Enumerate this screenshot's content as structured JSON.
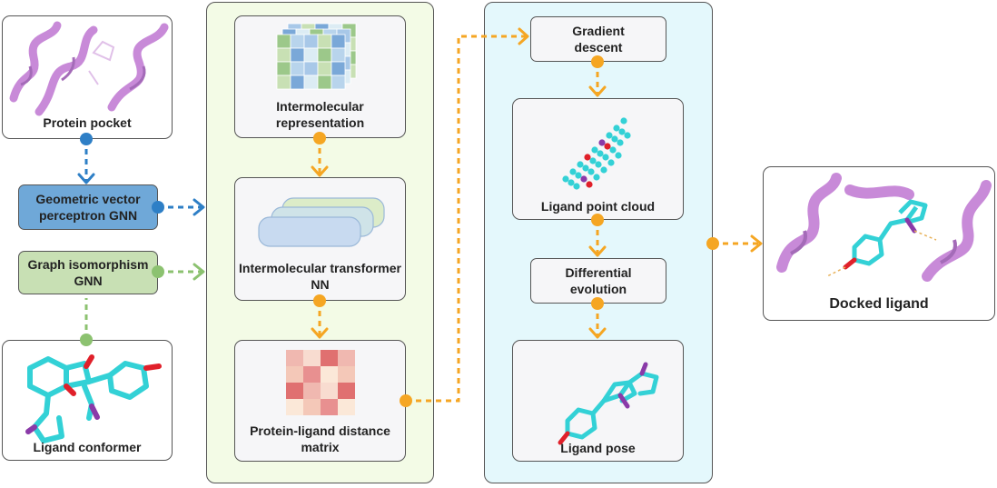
{
  "colors": {
    "orange": "#f5a623",
    "blue": "#2e7fc6",
    "green": "#8cc270",
    "protein": "#c88ad8",
    "ligand": "#33d1d6",
    "panel_green": "#f3fbe6",
    "panel_cyan": "#e4f8fc",
    "gvp_fill": "#6fa8d8",
    "gin_fill": "#c8e0b4"
  },
  "inputs": {
    "protein_pocket": "Protein pocket",
    "ligand_conformer": "Ligand conformer",
    "gvp_gnn": "Geometric vector perceptron GNN",
    "gin_gnn": "Graph isomorphism GNN"
  },
  "model": {
    "intermolecular_repr": "Intermolecular representation",
    "transformer": "Intermolecular transformer NN",
    "distance_matrix": "Protein-ligand distance matrix"
  },
  "optimization": {
    "gradient_descent": "Gradient descent",
    "point_cloud": "Ligand point cloud",
    "differential_evolution": "Differential evolution",
    "ligand_pose": "Ligand pose"
  },
  "output": {
    "docked_ligand": "Docked ligand"
  },
  "icons": [
    "protein-structure-image",
    "ligand-structure-image",
    "matrix-grid-icon",
    "layer-stack-icon",
    "point-cloud-icon",
    "docked-complex-image"
  ]
}
